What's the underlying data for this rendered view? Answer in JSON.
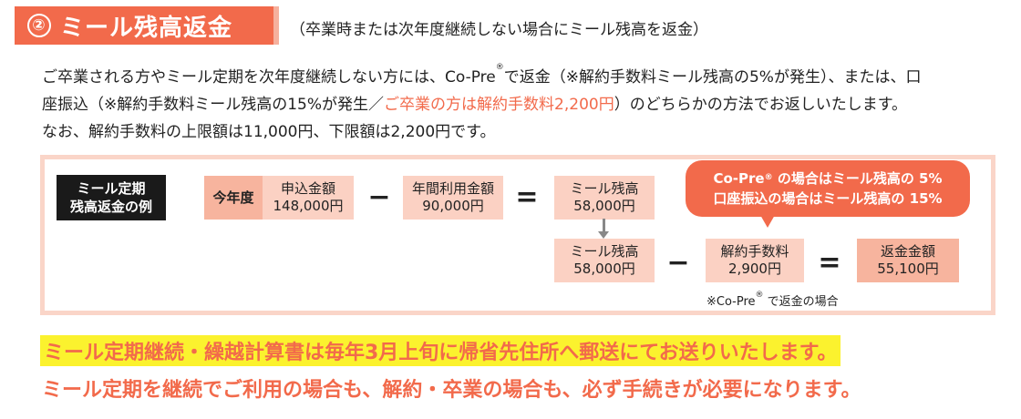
{
  "header": {
    "number": "②",
    "title": "ミール残高返金",
    "subtitle": "（卒業時または次年度継続しない場合にミール残高を返金）"
  },
  "paragraph": {
    "line1_a": "ご卒業される方やミール定期を次年度継続しない方には、Co-Pre",
    "line1_reg": "®",
    "line1_b": "で返金（※解約手数料ミール残高の5%が発生）、または、口",
    "line2_a": "座振込（※解約手数料ミール残高の15%が発生／",
    "line2_highlight": "ご卒業の方は解約手数料2,200円",
    "line2_b": "）のどちらかの方法でお返しいたします。",
    "line3": "なお、解約手数料の上限額は11,000円、下限額は2,200円です。"
  },
  "example": {
    "label_line1": "ミール定期",
    "label_line2": "残高返金の例",
    "this_year": "今年度",
    "application": {
      "label": "申込金額",
      "value": "148,000円"
    },
    "minus": "−",
    "equals": "=",
    "annual_usage": {
      "label": "年間利用金額",
      "value": "90,000円"
    },
    "balance_top": {
      "label": "ミール残高",
      "value": "58,000円"
    },
    "balance_bottom": {
      "label": "ミール残高",
      "value": "58,000円"
    },
    "fee": {
      "label": "解約手数料",
      "value": "2,900円"
    },
    "refund": {
      "label": "返金金額",
      "value": "55,100円"
    },
    "bubble_line1_a": "Co-Pre",
    "bubble_reg": "®",
    "bubble_line1_b": " の場合はミール残高の 5%",
    "bubble_line2": "口座振込の場合はミール残高の 15%",
    "footnote_a": "※Co-Pre",
    "footnote_reg": "®",
    "footnote_b": " で返金の場合"
  },
  "notice": {
    "highlight": "ミール定期継続・繰越計算書は毎年3月上旬に帰省先住所へ郵送にてお送りいたします。",
    "warning": "ミール定期を継続でご利用の場合も、解約・卒業の場合も、必ず手続きが必要になります。"
  },
  "colors": {
    "accent": "#f26a4b",
    "panel_border": "#fad5c8",
    "box_light": "#fbd1c3",
    "box_mid": "#f7b49e",
    "highlight": "#fbf22e",
    "label_bg": "#1a1a1a"
  }
}
